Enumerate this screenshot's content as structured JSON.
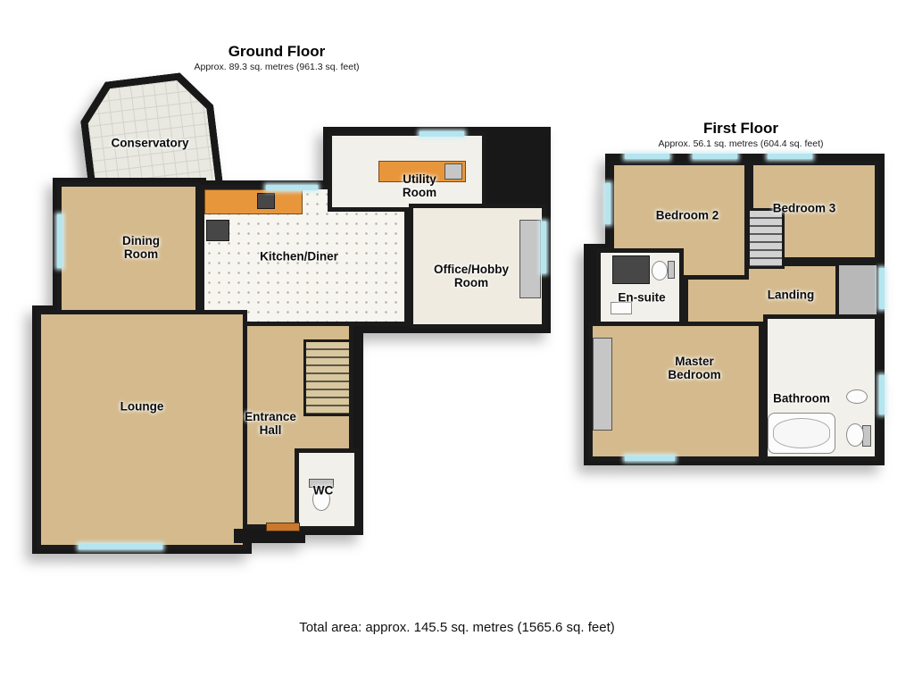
{
  "ground_floor": {
    "title": "Ground Floor",
    "subtitle": "Approx. 89.3 sq. metres (961.3 sq. feet)",
    "rooms": {
      "conservatory": "Conservatory",
      "dining_room": "Dining Room",
      "kitchen_diner": "Kitchen/Diner",
      "utility_room": "Utility Room",
      "office_hobby_room": "Office/Hobby Room",
      "lounge": "Lounge",
      "entrance_hall": "Entrance Hall",
      "wc": "WC"
    }
  },
  "first_floor": {
    "title": "First Floor",
    "subtitle": "Approx. 56.1 sq. metres (604.4 sq. feet)",
    "rooms": {
      "bedroom_2": "Bedroom 2",
      "bedroom_3": "Bedroom 3",
      "en_suite": "En-suite",
      "landing": "Landing",
      "master_bedroom": "Master Bedroom",
      "bathroom": "Bathroom"
    }
  },
  "footer": {
    "total_area": "Total area: approx. 145.5 sq. metres (1565.6 sq. feet)"
  },
  "colors": {
    "wall": "#1b1b1b",
    "floor_tan": "#d4ba8d",
    "floor_light": "#f1f0ea",
    "window_glass": "#b5e6f0",
    "counter_orange": "#e8963b",
    "door_orange": "#c8792e"
  }
}
